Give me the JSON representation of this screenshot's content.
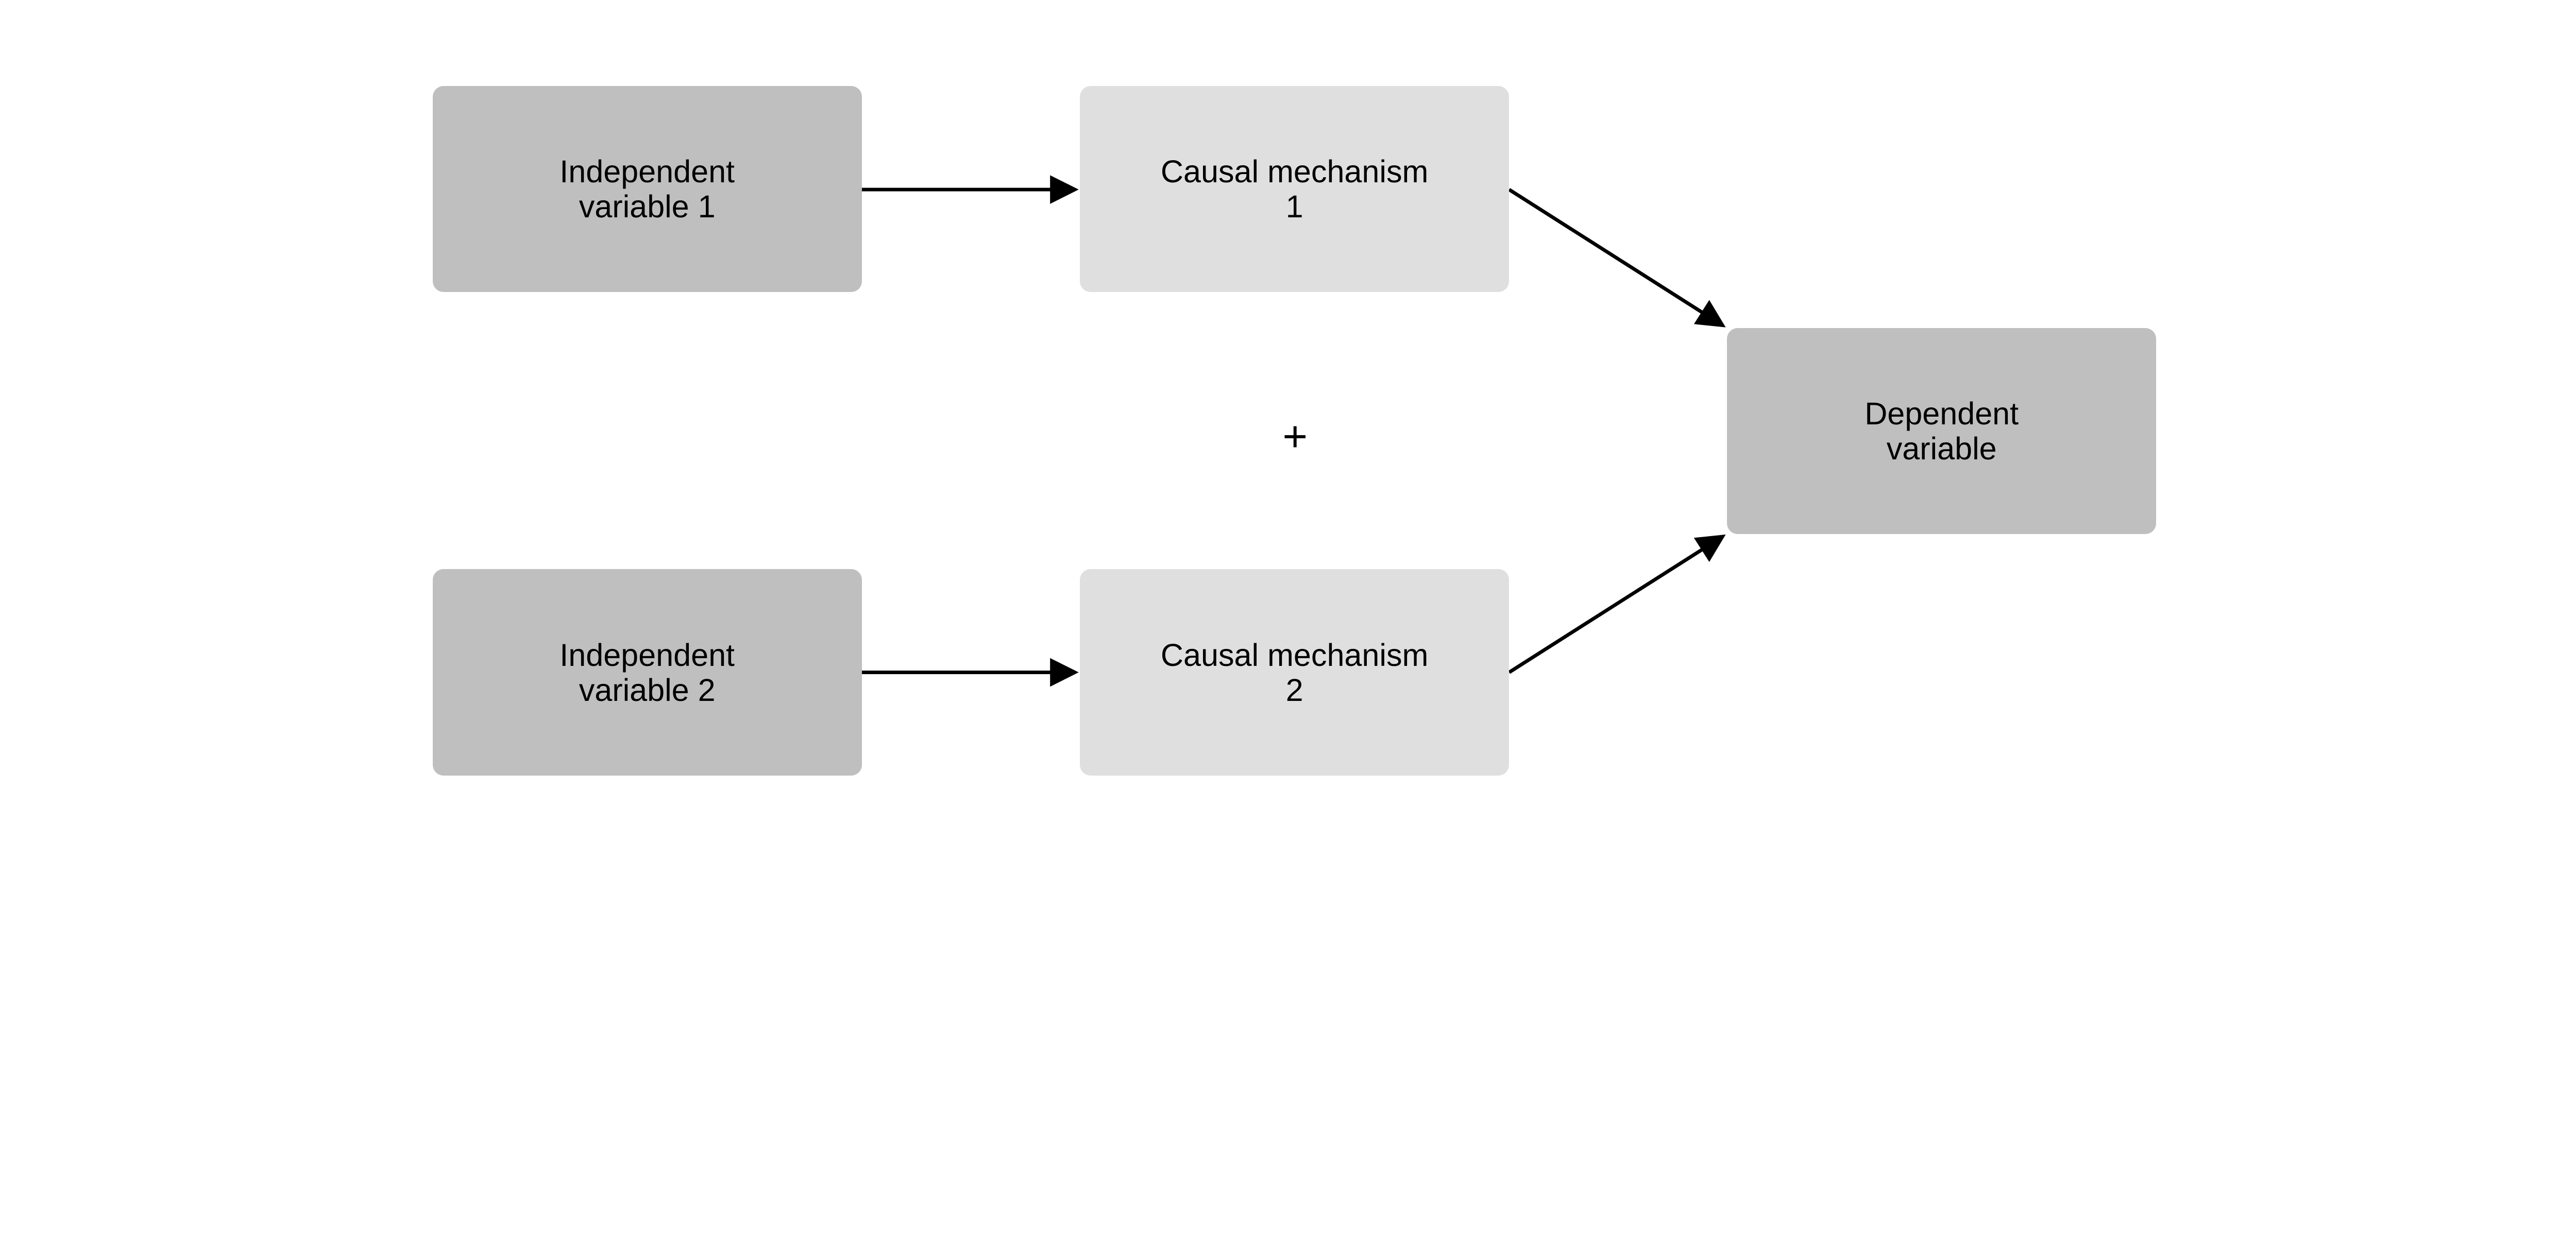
{
  "nodes": {
    "iv1": {
      "line1": "Independent",
      "line2": "variable 1"
    },
    "iv2": {
      "line1": "Independent",
      "line2": "variable 2"
    },
    "cm1": {
      "line1": "Causal mechanism",
      "line2": "1"
    },
    "cm2": {
      "line1": "Causal mechanism",
      "line2": "2"
    },
    "dv": {
      "line1": "Dependent",
      "line2": "variable"
    }
  },
  "operator": "+",
  "colors": {
    "independent": "#bfbfbf",
    "mechanism": "#dfdfdf",
    "dependent": "#bfbfbf",
    "arrow": "#000000"
  },
  "edges": [
    {
      "from": "iv1",
      "to": "cm1"
    },
    {
      "from": "iv2",
      "to": "cm2"
    },
    {
      "from": "cm1",
      "to": "dv"
    },
    {
      "from": "cm2",
      "to": "dv"
    }
  ]
}
